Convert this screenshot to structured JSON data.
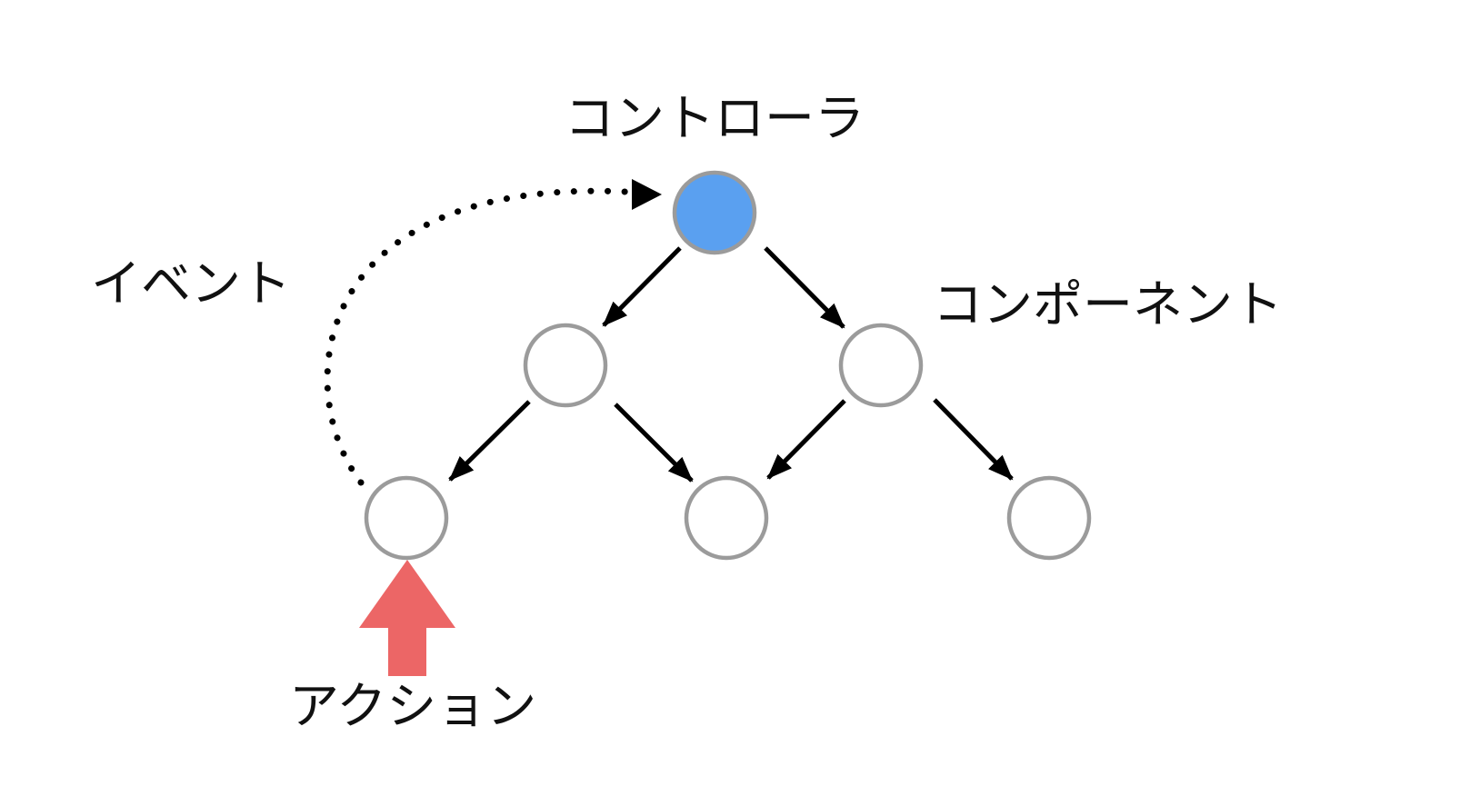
{
  "labels": {
    "controller": "コントローラ",
    "component": "コンポーネント",
    "event": "イベント",
    "action": "アクション"
  },
  "colors": {
    "controller_fill": "#5AA0F0",
    "node_fill": "#FFFFFF",
    "node_stroke": "#9B9B9B",
    "edge_color": "#000000",
    "action_arrow": "#EC6666",
    "text_color": "#111111",
    "background": "#FFFFFF"
  },
  "diagram": {
    "type": "tree",
    "nodes": [
      {
        "id": "controller",
        "role": "コントローラ",
        "fill": "blue",
        "level": 0
      },
      {
        "id": "component-left",
        "role": "コンポーネント",
        "fill": "white",
        "level": 1
      },
      {
        "id": "component-right",
        "role": "コンポーネント",
        "fill": "white",
        "level": 1
      },
      {
        "id": "leaf-left",
        "role": "コンポーネント",
        "fill": "white",
        "level": 2
      },
      {
        "id": "leaf-middle",
        "role": "コンポーネント",
        "fill": "white",
        "level": 2
      },
      {
        "id": "leaf-right",
        "role": "コンポーネント",
        "fill": "white",
        "level": 2
      }
    ],
    "edges": [
      {
        "from": "controller",
        "to": "component-left",
        "style": "solid-arrow"
      },
      {
        "from": "controller",
        "to": "component-right",
        "style": "solid-arrow"
      },
      {
        "from": "component-left",
        "to": "leaf-left",
        "style": "solid-arrow"
      },
      {
        "from": "component-left",
        "to": "leaf-middle",
        "style": "solid-arrow"
      },
      {
        "from": "component-right",
        "to": "leaf-middle",
        "style": "solid-arrow"
      },
      {
        "from": "component-right",
        "to": "leaf-right",
        "style": "solid-arrow"
      },
      {
        "from": "leaf-left",
        "to": "controller",
        "style": "dotted-curved-arrow",
        "label": "イベント"
      },
      {
        "from": "outside-bottom",
        "to": "leaf-left",
        "style": "thick-red-arrow",
        "label": "アクション"
      }
    ]
  }
}
